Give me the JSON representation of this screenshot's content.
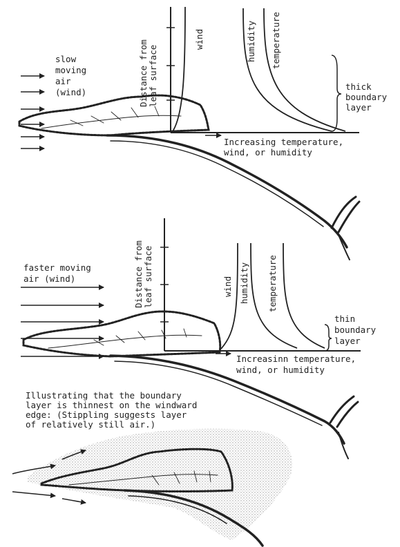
{
  "panel_top": {
    "inlet_label": [
      "slow",
      "moving",
      "air",
      "(wind)"
    ],
    "y_axis_label": [
      "Distance from",
      "leaf surface"
    ],
    "curve_labels": {
      "wind": "wind",
      "humidity": "humidity",
      "temperature": "temperature"
    },
    "x_axis_label": [
      "Increasing temperature,",
      "wind, or humidity"
    ],
    "boundary_label": [
      "thick",
      "boundary",
      "layer"
    ]
  },
  "panel_middle": {
    "inlet_label": [
      "faster moving",
      "air (wind)"
    ],
    "y_axis_label": [
      "Distance from",
      "leaf surface"
    ],
    "curve_labels": {
      "wind": "wind",
      "humidity": "humidity",
      "temperature": "temperature"
    },
    "x_axis_label": [
      "Increasinn temperature,",
      "wind, or humidity"
    ],
    "boundary_label": [
      "thin",
      "boundary",
      "layer"
    ]
  },
  "caption_lines": [
    "Illustrating that the boundary",
    "layer is thinnest on the windward",
    "edge: (Stippling suggests layer",
    "of relatively still air.)"
  ]
}
